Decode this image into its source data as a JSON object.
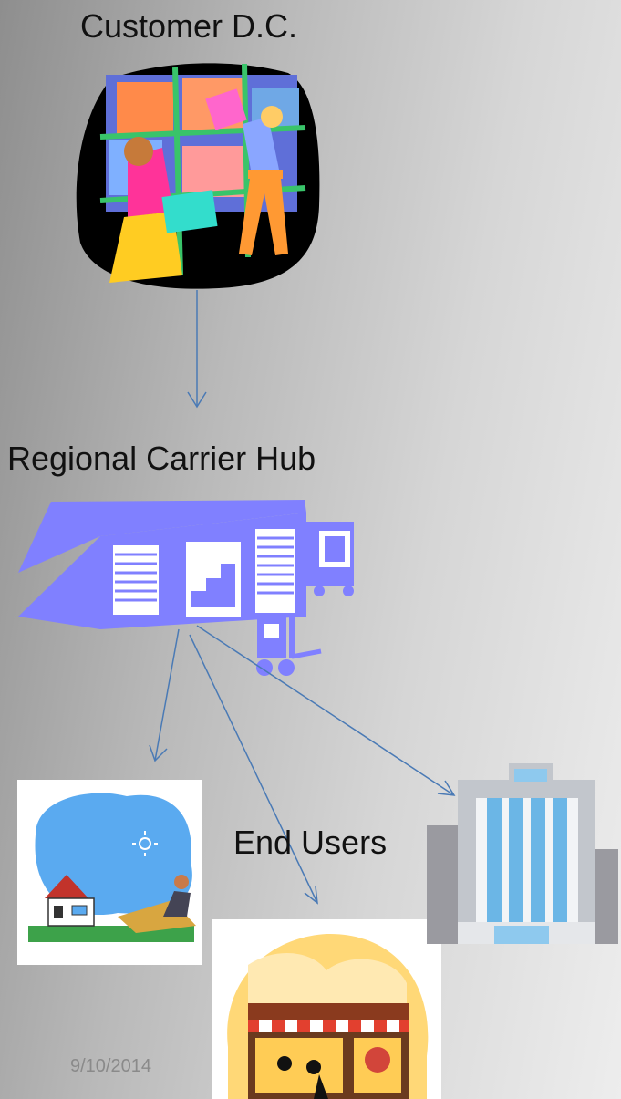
{
  "nodes": {
    "customer_dc": "Customer D.C.",
    "regional_hub": "Regional Carrier Hub",
    "end_users": "End Users"
  },
  "footer": {
    "date": "9/10/2014"
  },
  "colors": {
    "arrow": "#4a7ab5",
    "hub_building": "#8080ff"
  }
}
